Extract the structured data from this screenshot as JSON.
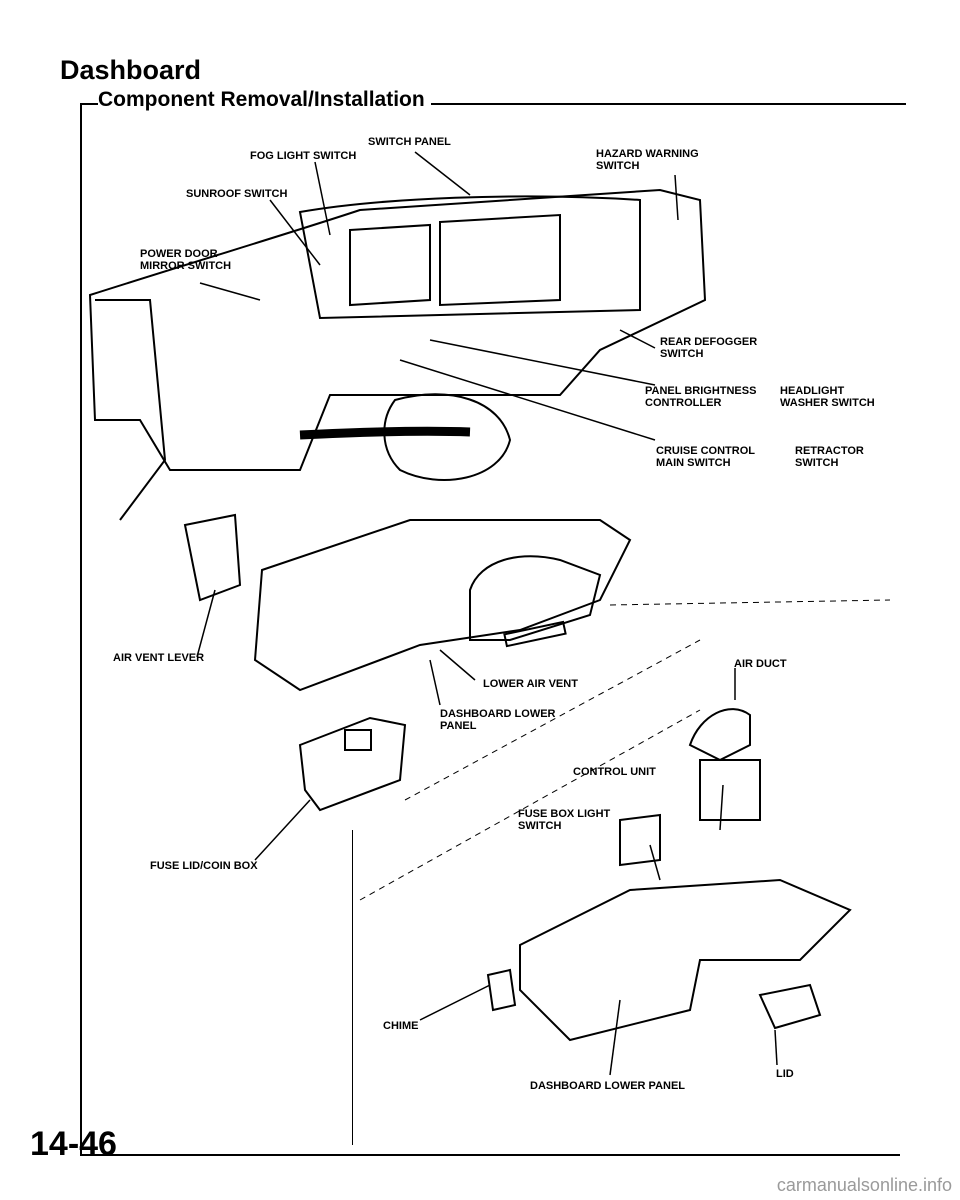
{
  "page": {
    "title": "Dashboard",
    "subtitle": "Component Removal/Installation",
    "page_number": "14-46",
    "watermark": "carmanualsonline.info"
  },
  "callouts": {
    "switch_panel": "SWITCH PANEL",
    "fog_light_switch": "FOG LIGHT SWITCH",
    "hazard_warning_switch": "HAZARD WARNING\nSWITCH",
    "sunroof_switch": "SUNROOF SWITCH",
    "power_door_mirror_switch": "POWER DOOR\nMIRROR SWITCH",
    "rear_defogger_switch": "REAR DEFOGGER\nSWITCH",
    "panel_brightness_controller": "PANEL BRIGHTNESS\nCONTROLLER",
    "headlight_washer_switch": "HEADLIGHT\nWASHER SWITCH",
    "cruise_control_main_switch": "CRUISE CONTROL\nMAIN SWITCH",
    "retractor_switch": "RETRACTOR\nSWITCH",
    "air_vent_lever": "AIR VENT LEVER",
    "lower_air_vent": "LOWER AIR VENT",
    "dashboard_lower_panel_upper": "DASHBOARD LOWER\nPANEL",
    "air_duct": "AIR DUCT",
    "control_unit": "CONTROL UNIT",
    "fuse_box_light_switch": "FUSE BOX LIGHT\nSWITCH",
    "fuse_lid_coin_box": "FUSE LID/COIN BOX",
    "chime": "CHIME",
    "lid": "LID",
    "dashboard_lower_panel_bottom": "DASHBOARD LOWER PANEL"
  },
  "colors": {
    "ink": "#000000",
    "paper": "#ffffff",
    "part_fill": "#cfcfcf",
    "dark_fill": "#555555"
  }
}
